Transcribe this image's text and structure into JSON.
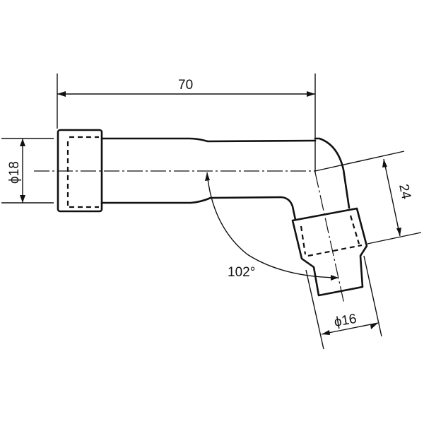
{
  "drawing": {
    "type": "technical-drawing",
    "subject": "angled spark plug connector / boot (102° elbow)",
    "line_color": "#111111",
    "background": "#ffffff",
    "dimensions": {
      "length": {
        "label": "70",
        "description": "overall horizontal length from cap face to elbow axis"
      },
      "inlet_diameter": {
        "label": "ϕ18",
        "description": "diameter of straight (cap) end"
      },
      "offset": {
        "label": "24",
        "description": "distance from main axis to outlet cap along outlet axis"
      },
      "angle": {
        "label": "102°",
        "description": "angle between main axis and outlet axis"
      },
      "outlet_diameter": {
        "label": "ϕ16",
        "description": "diameter of angled outlet end"
      }
    }
  }
}
